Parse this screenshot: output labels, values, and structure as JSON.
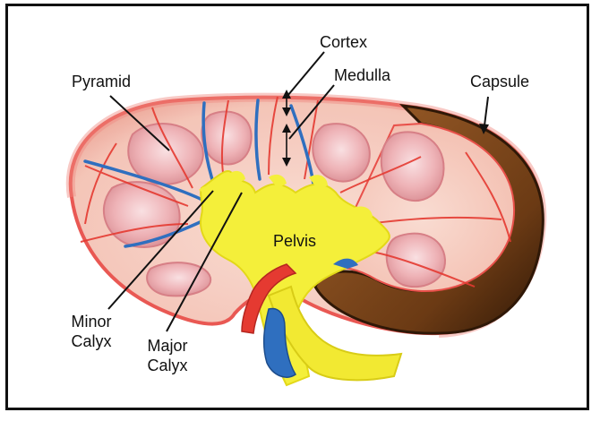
{
  "labels": {
    "cortex": "Cortex",
    "medulla": "Medulla",
    "pyramid": "Pyramid",
    "capsule": "Capsule",
    "pelvis": "Pelvis",
    "minor_calyx_line1": "Minor",
    "minor_calyx_line2": "Calyx",
    "major_calyx_line1": "Major",
    "major_calyx_line2": "Calyx"
  },
  "colors": {
    "cortex_fill": "#f6c9bd",
    "cortex_edge": "#e8504a",
    "pyramid_fill": "#efb4b8",
    "pyramid_core": "#f7d6d8",
    "vessel_red": "#e53a31",
    "vessel_blue": "#2f6fbf",
    "pelvis_yellow": "#f4ef3a",
    "capsule_brown": "#8a4e1e",
    "capsule_dark": "#3a1f0b"
  }
}
